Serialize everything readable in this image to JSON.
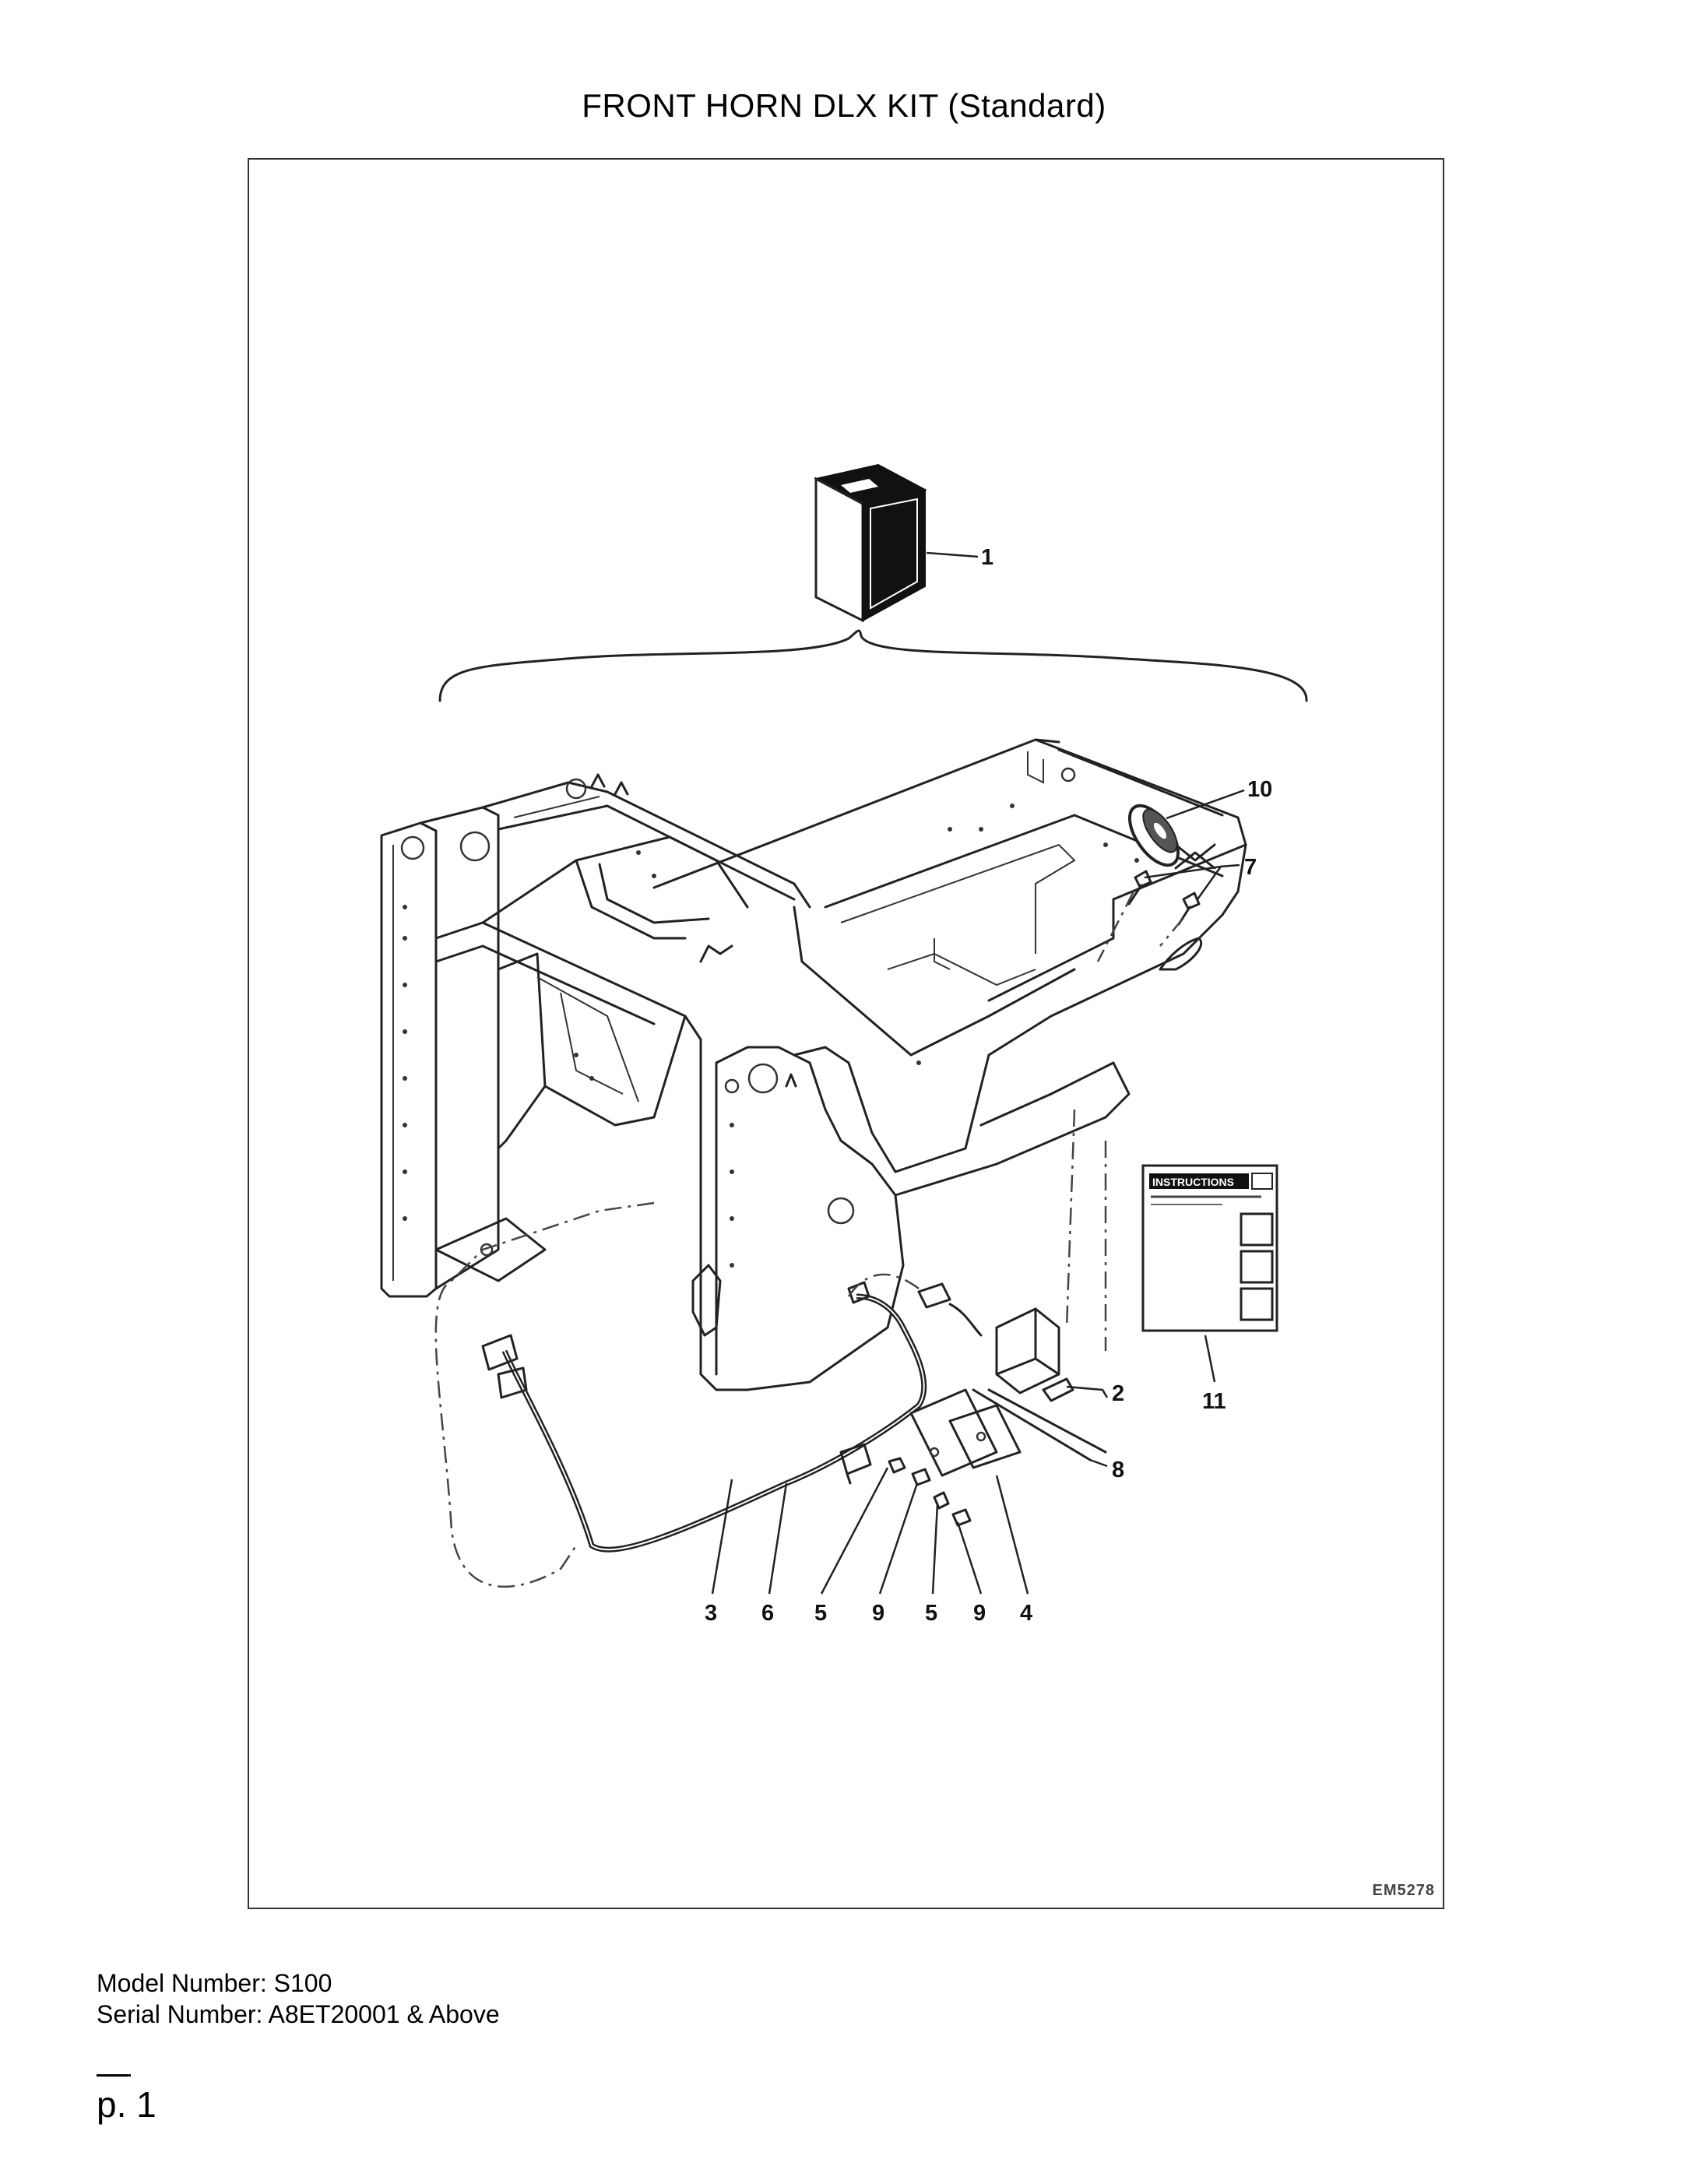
{
  "page": {
    "title": "FRONT HORN DLX KIT (Standard)",
    "figure_code": "EM5278",
    "model_line": "Model Number: S100",
    "serial_line": "Serial Number: A8ET20001 & Above",
    "page_number": "p. 1"
  },
  "figure": {
    "instructions_label": "INSTRUCTIONS",
    "callouts": {
      "c1": "1",
      "c2": "2",
      "c3": "3",
      "c4": "4",
      "c5a": "5",
      "c5b": "5",
      "c6": "6",
      "c7": "7",
      "c8": "8",
      "c9a": "9",
      "c9b": "9",
      "c10": "10",
      "c11": "11"
    }
  }
}
